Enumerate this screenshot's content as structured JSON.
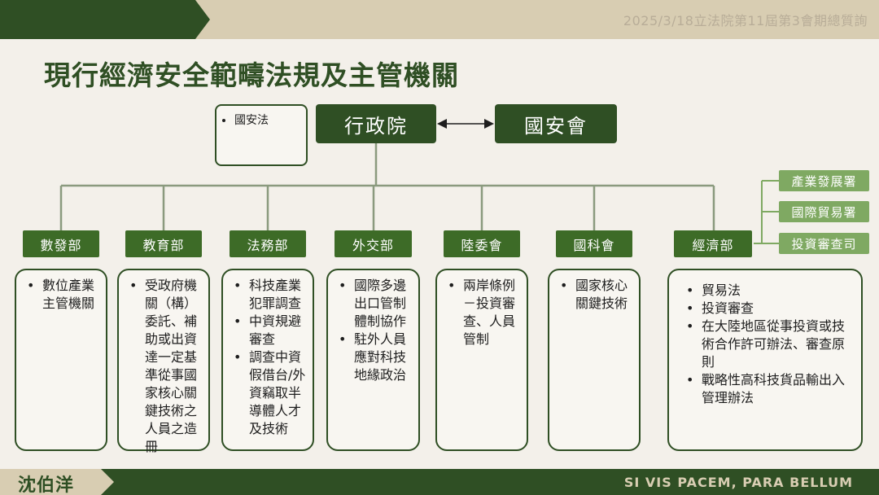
{
  "header": {
    "note": "2025/3/18立法院第11屆第3會期總質詢"
  },
  "title": "現行經濟安全範疇法規及主管機關",
  "top_nodes": {
    "law": "國安法",
    "executive": "行政院",
    "security_council": "國安會"
  },
  "departments": [
    {
      "name": "數發部",
      "duties": [
        "數位產業主管機關"
      ]
    },
    {
      "name": "教育部",
      "duties": [
        "受政府機關（構）委託、補助或出資達一定基準從事國家核心關鍵技術之人員之造冊"
      ]
    },
    {
      "name": "法務部",
      "duties": [
        "科技產業犯罪調查",
        "中資規避審查",
        "調查中資假借台/外資竊取半導體人才及技術"
      ]
    },
    {
      "name": "外交部",
      "duties": [
        "國際多邊出口管制體制協作",
        "駐外人員應對科技地緣政治"
      ]
    },
    {
      "name": "陸委會",
      "duties": [
        "兩岸條例－投資審查、人員管制"
      ]
    },
    {
      "name": "國科會",
      "duties": [
        "國家核心關鍵技術"
      ]
    },
    {
      "name": "經濟部",
      "duties": [
        "貿易法",
        "投資審查",
        "在大陸地區從事投資或技術合作許可辦法、審查原則",
        "戰略性高科技貨品輸出入管理辦法"
      ]
    }
  ],
  "economy_agencies": [
    "產業發展署",
    "國際貿易署",
    "投資審查司"
  ],
  "footer": {
    "author": "沈伯洋",
    "motto": "SI VIS PACEM, PARA BELLUM"
  },
  "colors": {
    "dark_green": "#2f4f24",
    "dept_green": "#3d6b27",
    "light_green": "#7fa962",
    "beige": "#d8cdb2",
    "background": "#f3f0ea"
  }
}
